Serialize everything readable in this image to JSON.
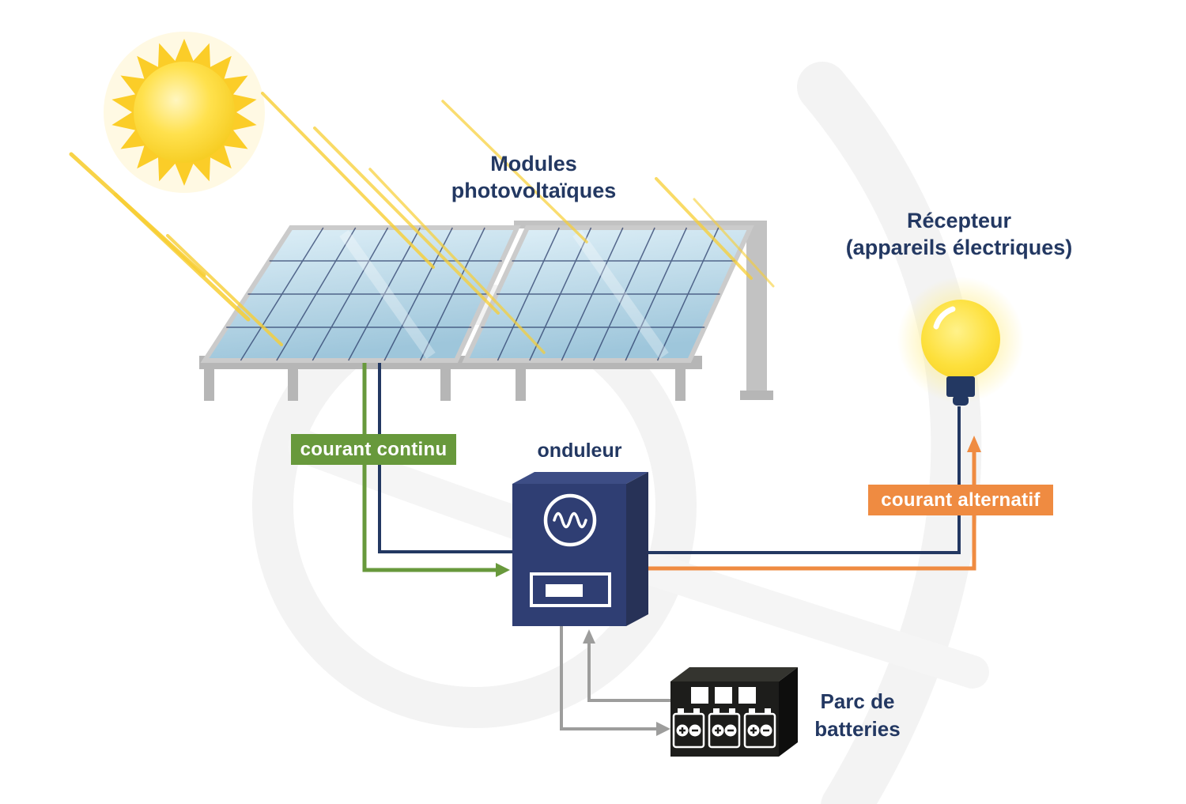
{
  "colors": {
    "navy": "#233862",
    "green": "#68993c",
    "orange": "#ef8b41",
    "sun_yellow": "#fcd21c",
    "panel_blue": "#bcd9e8",
    "wire_gray": "#9d9d9c",
    "background": "#ffffff"
  },
  "labels": {
    "modules_line1": "Modules",
    "modules_line2": "photovoltaïques",
    "receiver_line1": "Récepteur",
    "receiver_line2": "(appareils électriques)",
    "dc": "courant continu",
    "inverter": "onduleur",
    "ac": "courant alternatif",
    "battery_line1": "Parc de",
    "battery_line2": "batteries"
  },
  "connections": [
    {
      "from": "Modules photovoltaïques",
      "to": "onduleur",
      "label": "courant continu",
      "color": "#68993c"
    },
    {
      "from": "onduleur",
      "to": "Récepteur (appareils électriques)",
      "label": "courant alternatif",
      "color": "#ef8b41"
    },
    {
      "from": "onduleur",
      "to": "Parc de batteries",
      "label": "",
      "color": "#9d9d9c"
    },
    {
      "from": "Parc de batteries",
      "to": "onduleur",
      "label": "",
      "color": "#9d9d9c"
    }
  ]
}
